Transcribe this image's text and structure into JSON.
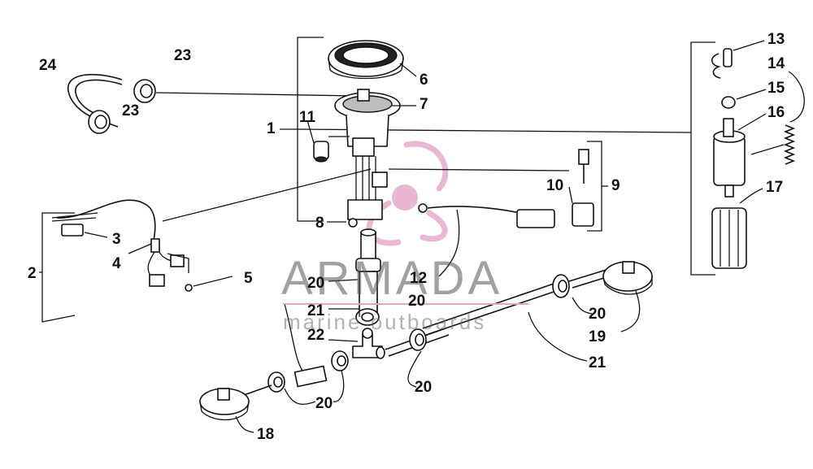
{
  "watermark": {
    "brand": "ARMADA",
    "tagline": "marine outboards",
    "brand_color": "#e3a6c6"
  },
  "callouts": {
    "l1": "1",
    "l2": "2",
    "l3": "3",
    "l4": "4",
    "l5": "5",
    "l6": "6",
    "l7": "7",
    "l8": "8",
    "l9": "9",
    "l10": "10",
    "l11": "11",
    "l12": "12",
    "l13": "13",
    "l14": "14",
    "l15": "15",
    "l16": "16",
    "l17": "17",
    "l18": "18",
    "l19": "19",
    "l20": "20",
    "l21": "21",
    "l22": "22",
    "l23": "23",
    "l24": "24"
  }
}
